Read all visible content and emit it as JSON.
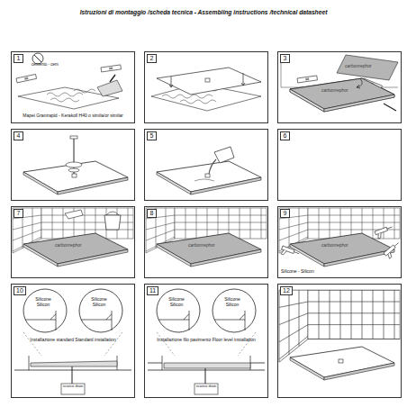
{
  "diagram": {
    "title": "Istruzioni di montaggio /scheda tecnica  - Assembling instructions /technical datasheet",
    "nodes": [
      {
        "text": [
          "1"
        ]
      },
      {
        "text": [
          "2"
        ]
      },
      {
        "text": [
          "3"
        ]
      },
      {
        "text": [
          "4"
        ]
      },
      {
        "text": [
          "5"
        ]
      },
      {
        "text": [
          "6"
        ]
      },
      {
        "text": [
          "7"
        ]
      },
      {
        "text": [
          "8"
        ]
      },
      {
        "text": [
          "9"
        ]
      },
      {
        "text": [
          "10"
        ]
      },
      {
        "text": [
          "11"
        ]
      },
      {
        "text": [
          "12"
        ]
      }
    ],
    "labels": [
      "cemento - cem",
      "Mapei Granirapid - Kerakoll H40 o simila/or similar",
      "carbonrephor",
      "carbonrephor",
      "carbonrephor",
      "carbonrephor",
      "carbonrephor",
      "Silicone - Silicon",
      "Silicone Silicon",
      "Silicone Silicon",
      "Installazione standard Standard installation",
      "scarico drain",
      "Silicone Silicon",
      "Silicone Silicon",
      "Installazione filo pavimento Floor level installation",
      "scarico drain"
    ]
  }
}
